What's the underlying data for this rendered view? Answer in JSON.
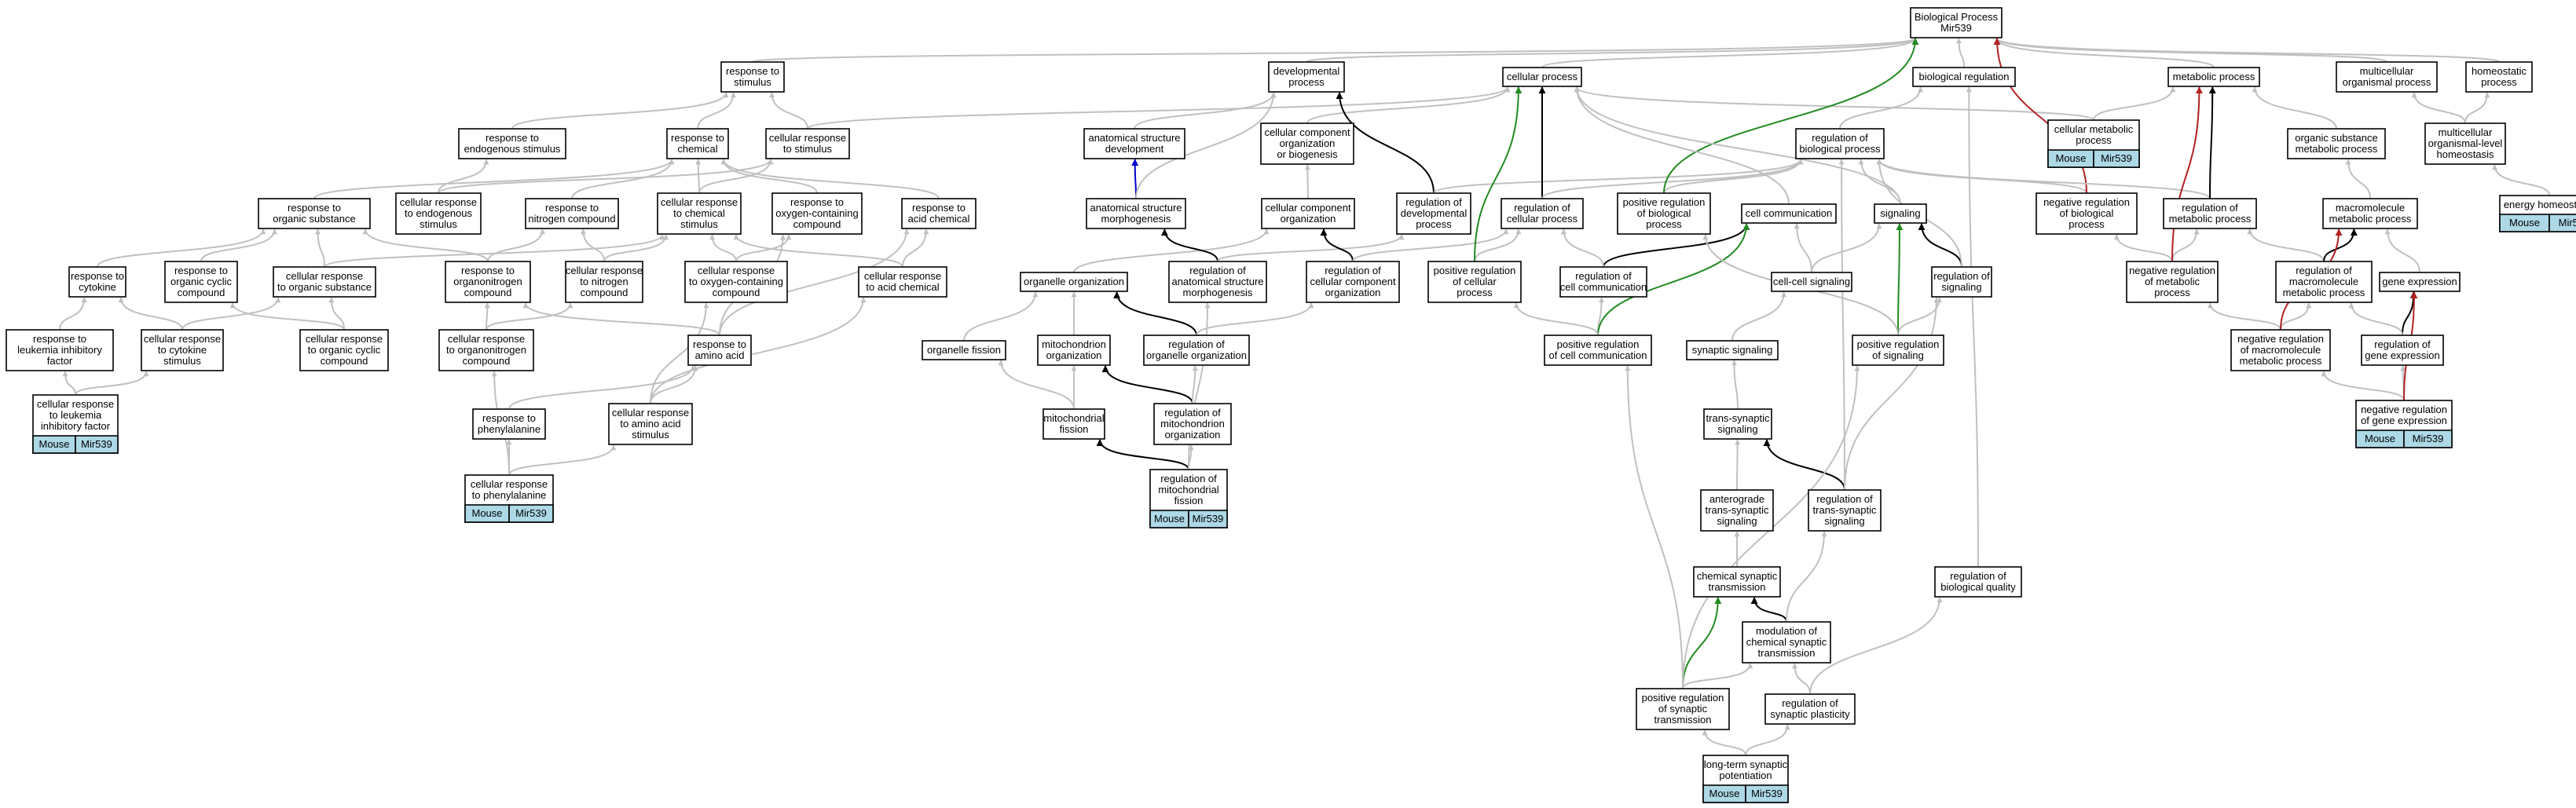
{
  "colors": {
    "gray": "#c0c0c0",
    "black": "#000000",
    "green": "#228b22",
    "red": "#b22222",
    "blue": "#0000cd",
    "tag_fill": "#add8e6"
  },
  "nodes": [
    {
      "id": "bp",
      "label": [
        "Biological Process",
        "Mir539"
      ]
    },
    {
      "id": "rts",
      "label": [
        "response to",
        "stimulus"
      ]
    },
    {
      "id": "dev",
      "label": [
        "developmental",
        "process"
      ]
    },
    {
      "id": "cp",
      "label": [
        "cellular process"
      ]
    },
    {
      "id": "breg",
      "label": [
        "biological regulation"
      ]
    },
    {
      "id": "mp",
      "label": [
        "metabolic process"
      ]
    },
    {
      "id": "mop",
      "label": [
        "multicellular",
        "organismal process"
      ]
    },
    {
      "id": "hp",
      "label": [
        "homeostatic",
        "process"
      ]
    },
    {
      "id": "rtes",
      "label": [
        "response to",
        "endogenous stimulus"
      ]
    },
    {
      "id": "rtc",
      "label": [
        "response to",
        "chemical"
      ]
    },
    {
      "id": "crts",
      "label": [
        "cellular response",
        "to stimulus"
      ]
    },
    {
      "id": "asd",
      "label": [
        "anatomical structure",
        "development"
      ]
    },
    {
      "id": "ccob",
      "label": [
        "cellular component",
        "organization",
        "or biogenesis"
      ]
    },
    {
      "id": "cmp",
      "label": [
        "cellular metabolic",
        "process"
      ],
      "tag": true
    },
    {
      "id": "osmp",
      "label": [
        "organic substance",
        "metabolic process"
      ]
    },
    {
      "id": "mcolh",
      "label": [
        "multicellular",
        "organismal-level",
        "homeostasis"
      ]
    },
    {
      "id": "robp",
      "label": [
        "regulation of",
        "biological process"
      ]
    },
    {
      "id": "rtos",
      "label": [
        "response to",
        "organic substance"
      ]
    },
    {
      "id": "crtes",
      "label": [
        "cellular response",
        "to endogenous",
        "stimulus"
      ]
    },
    {
      "id": "rtnc",
      "label": [
        "response to",
        "nitrogen compound"
      ]
    },
    {
      "id": "crtcs",
      "label": [
        "cellular response",
        "to chemical",
        "stimulus"
      ]
    },
    {
      "id": "rtocc",
      "label": [
        "response to",
        "oxygen-containing",
        "compound"
      ]
    },
    {
      "id": "rtac",
      "label": [
        "response to",
        "acid chemical"
      ]
    },
    {
      "id": "asm",
      "label": [
        "anatomical structure",
        "morphogenesis"
      ]
    },
    {
      "id": "cco",
      "label": [
        "cellular component",
        "organization"
      ]
    },
    {
      "id": "rodp",
      "label": [
        "regulation of",
        "developmental",
        "process"
      ]
    },
    {
      "id": "rocp",
      "label": [
        "regulation of",
        "cellular process"
      ]
    },
    {
      "id": "porbp",
      "label": [
        "positive regulation",
        "of biological",
        "process"
      ]
    },
    {
      "id": "cc",
      "label": [
        "cell communication"
      ]
    },
    {
      "id": "sig",
      "label": [
        "signaling"
      ]
    },
    {
      "id": "nrbp",
      "label": [
        "negative regulation",
        "of biological",
        "process"
      ]
    },
    {
      "id": "rmp",
      "label": [
        "regulation of",
        "metabolic process"
      ]
    },
    {
      "id": "mmp",
      "label": [
        "macromolecule",
        "metabolic process"
      ]
    },
    {
      "id": "eh",
      "label": [
        "energy homeostasis"
      ],
      "tag": true
    },
    {
      "id": "rtcy",
      "label": [
        "response to",
        "cytokine"
      ]
    },
    {
      "id": "rtoccomp",
      "label": [
        "response to",
        "organic cyclic",
        "compound"
      ]
    },
    {
      "id": "crtos",
      "label": [
        "cellular response",
        "to organic substance"
      ]
    },
    {
      "id": "rton",
      "label": [
        "response to",
        "organonitrogen",
        "compound"
      ]
    },
    {
      "id": "crtnc",
      "label": [
        "cellular response",
        "to nitrogen",
        "compound"
      ]
    },
    {
      "id": "crtocc",
      "label": [
        "cellular response",
        "to oxygen-containing",
        "compound"
      ]
    },
    {
      "id": "crtac",
      "label": [
        "cellular response",
        "to acid chemical"
      ]
    },
    {
      "id": "oo",
      "label": [
        "organelle organization"
      ]
    },
    {
      "id": "roasm",
      "label": [
        "regulation of",
        "anatomical structure",
        "morphogenesis"
      ]
    },
    {
      "id": "rocco",
      "label": [
        "regulation of",
        "cellular component",
        "organization"
      ]
    },
    {
      "id": "porcp",
      "label": [
        "positive regulation",
        "of cellular",
        "process"
      ]
    },
    {
      "id": "rocc",
      "label": [
        "regulation of",
        "cell communication"
      ]
    },
    {
      "id": "ccs",
      "label": [
        "cell-cell signaling"
      ]
    },
    {
      "id": "ros",
      "label": [
        "regulation of",
        "signaling"
      ]
    },
    {
      "id": "nrmp",
      "label": [
        "negative regulation",
        "of metabolic",
        "process"
      ]
    },
    {
      "id": "rommp",
      "label": [
        "regulation of",
        "macromolecule",
        "metabolic process"
      ]
    },
    {
      "id": "ge",
      "label": [
        "gene expression"
      ]
    },
    {
      "id": "rtlif",
      "label": [
        "response to",
        "leukemia inhibitory",
        "factor"
      ]
    },
    {
      "id": "crtcs2",
      "label": [
        "cellular response",
        "to cytokine",
        "stimulus"
      ]
    },
    {
      "id": "crtocyc",
      "label": [
        "cellular response",
        "to organic cyclic",
        "compound"
      ]
    },
    {
      "id": "crton",
      "label": [
        "cellular response",
        "to organonitrogen",
        "compound"
      ]
    },
    {
      "id": "rtaa",
      "label": [
        "response to",
        "amino acid"
      ]
    },
    {
      "id": "of",
      "label": [
        "organelle fission"
      ]
    },
    {
      "id": "mo",
      "label": [
        "mitochondrion",
        "organization"
      ]
    },
    {
      "id": "rooo",
      "label": [
        "regulation of",
        "organelle organization"
      ]
    },
    {
      "id": "porcc",
      "label": [
        "positive regulation",
        "of cell communication"
      ]
    },
    {
      "id": "ss",
      "label": [
        "synaptic signaling"
      ]
    },
    {
      "id": "pors",
      "label": [
        "positive regulation",
        "of signaling"
      ]
    },
    {
      "id": "nrmmp",
      "label": [
        "negative regulation",
        "of macromolecule",
        "metabolic process"
      ]
    },
    {
      "id": "roge",
      "label": [
        "regulation of",
        "gene expression"
      ]
    },
    {
      "id": "crtlif",
      "label": [
        "cellular response",
        "to leukemia",
        "inhibitory factor"
      ],
      "tag": true
    },
    {
      "id": "rtp",
      "label": [
        "response to",
        "phenylalanine"
      ]
    },
    {
      "id": "crtaas",
      "label": [
        "cellular response",
        "to amino acid",
        "stimulus"
      ]
    },
    {
      "id": "mf",
      "label": [
        "mitochondrial",
        "fission"
      ]
    },
    {
      "id": "romo",
      "label": [
        "regulation of",
        "mitochondrion",
        "organization"
      ]
    },
    {
      "id": "tss",
      "label": [
        "trans-synaptic",
        "signaling"
      ]
    },
    {
      "id": "nrge",
      "label": [
        "negative regulation",
        "of gene expression"
      ],
      "tag": true
    },
    {
      "id": "crtp",
      "label": [
        "cellular response",
        "to phenylalanine"
      ],
      "tag": true
    },
    {
      "id": "romf",
      "label": [
        "regulation of",
        "mitochondrial",
        "fission"
      ],
      "tag": true
    },
    {
      "id": "atss",
      "label": [
        "anterograde",
        "trans-synaptic",
        "signaling"
      ]
    },
    {
      "id": "rotss",
      "label": [
        "regulation of",
        "trans-synaptic",
        "signaling"
      ]
    },
    {
      "id": "cst",
      "label": [
        "chemical synaptic",
        "transmission"
      ]
    },
    {
      "id": "robq",
      "label": [
        "regulation of",
        "biological quality"
      ]
    },
    {
      "id": "mcst",
      "label": [
        "modulation of",
        "chemical synaptic",
        "transmission"
      ]
    },
    {
      "id": "porst",
      "label": [
        "positive regulation",
        "of synaptic",
        "transmission"
      ]
    },
    {
      "id": "rosp",
      "label": [
        "regulation of",
        "synaptic plasticity"
      ]
    },
    {
      "id": "ltsp",
      "label": [
        "long-term synaptic",
        "potentiation"
      ],
      "tag": true
    }
  ],
  "tag": {
    "organism": "Mouse",
    "gene": "Mir539"
  },
  "edges": [
    {
      "from": "rts",
      "to": "bp"
    },
    {
      "from": "dev",
      "to": "bp"
    },
    {
      "from": "cp",
      "to": "bp"
    },
    {
      "from": "breg",
      "to": "bp"
    },
    {
      "from": "mp",
      "to": "bp"
    },
    {
      "from": "mop",
      "to": "bp"
    },
    {
      "from": "hp",
      "to": "bp"
    },
    {
      "from": "rtes",
      "to": "rts"
    },
    {
      "from": "rtc",
      "to": "rts"
    },
    {
      "from": "crts",
      "to": "rts"
    },
    {
      "from": "crts",
      "to": "cp"
    },
    {
      "from": "asd",
      "to": "dev"
    },
    {
      "from": "ccob",
      "to": "cp"
    },
    {
      "from": "cmp",
      "to": "cp"
    },
    {
      "from": "cmp",
      "to": "mp"
    },
    {
      "from": "osmp",
      "to": "mp"
    },
    {
      "from": "mcolh",
      "to": "mop"
    },
    {
      "from": "mcolh",
      "to": "hp"
    },
    {
      "from": "robp",
      "to": "breg"
    },
    {
      "from": "rtos",
      "to": "rtc"
    },
    {
      "from": "crtes",
      "to": "rtes"
    },
    {
      "from": "crtes",
      "to": "crts"
    },
    {
      "from": "rtnc",
      "to": "rtc"
    },
    {
      "from": "crtcs",
      "to": "rtc"
    },
    {
      "from": "crtcs",
      "to": "crts"
    },
    {
      "from": "rtocc",
      "to": "rtc"
    },
    {
      "from": "rtac",
      "to": "rtc"
    },
    {
      "from": "asm",
      "to": "asd",
      "color": "blue"
    },
    {
      "from": "asm",
      "to": "dev"
    },
    {
      "from": "cco",
      "to": "ccob"
    },
    {
      "from": "rodp",
      "to": "dev",
      "color": "black"
    },
    {
      "from": "rodp",
      "to": "robp"
    },
    {
      "from": "rocp",
      "to": "cp",
      "color": "black"
    },
    {
      "from": "rocp",
      "to": "robp"
    },
    {
      "from": "porbp",
      "to": "robp"
    },
    {
      "from": "porbp",
      "to": "bp",
      "color": "green"
    },
    {
      "from": "cc",
      "to": "cp"
    },
    {
      "from": "sig",
      "to": "robp"
    },
    {
      "from": "sig",
      "to": "cp"
    },
    {
      "from": "nrbp",
      "to": "robp"
    },
    {
      "from": "nrbp",
      "to": "bp",
      "color": "red"
    },
    {
      "from": "rmp",
      "to": "robp"
    },
    {
      "from": "rmp",
      "to": "mp",
      "color": "black"
    },
    {
      "from": "mmp",
      "to": "osmp"
    },
    {
      "from": "eh",
      "to": "mcolh"
    },
    {
      "from": "rtcy",
      "to": "rtos"
    },
    {
      "from": "rtoccomp",
      "to": "rtos"
    },
    {
      "from": "crtos",
      "to": "rtos"
    },
    {
      "from": "crtos",
      "to": "crtcs"
    },
    {
      "from": "rton",
      "to": "rtnc"
    },
    {
      "from": "rton",
      "to": "rtos"
    },
    {
      "from": "crtnc",
      "to": "rtnc"
    },
    {
      "from": "crtnc",
      "to": "crtcs"
    },
    {
      "from": "crtocc",
      "to": "rtocc"
    },
    {
      "from": "crtocc",
      "to": "crtcs"
    },
    {
      "from": "crtac",
      "to": "rtac"
    },
    {
      "from": "crtac",
      "to": "crtcs"
    },
    {
      "from": "oo",
      "to": "cco"
    },
    {
      "from": "roasm",
      "to": "asm",
      "color": "black"
    },
    {
      "from": "roasm",
      "to": "rodp"
    },
    {
      "from": "rocco",
      "to": "cco",
      "color": "black"
    },
    {
      "from": "rocco",
      "to": "rocp"
    },
    {
      "from": "porcp",
      "to": "rocp"
    },
    {
      "from": "porcp",
      "to": "cp",
      "color": "green"
    },
    {
      "from": "rocc",
      "to": "cc",
      "color": "black"
    },
    {
      "from": "rocc",
      "to": "rocp"
    },
    {
      "from": "ccs",
      "to": "cc"
    },
    {
      "from": "ccs",
      "to": "sig"
    },
    {
      "from": "ros",
      "to": "sig",
      "color": "black"
    },
    {
      "from": "ros",
      "to": "robp"
    },
    {
      "from": "nrmp",
      "to": "rmp"
    },
    {
      "from": "nrmp",
      "to": "nrbp"
    },
    {
      "from": "nrmp",
      "to": "mp",
      "color": "red"
    },
    {
      "from": "rommp",
      "to": "rmp"
    },
    {
      "from": "rommp",
      "to": "mmp",
      "color": "black"
    },
    {
      "from": "ge",
      "to": "mmp"
    },
    {
      "from": "rtlif",
      "to": "rtcy"
    },
    {
      "from": "crtcs2",
      "to": "rtcy"
    },
    {
      "from": "crtcs2",
      "to": "crtos"
    },
    {
      "from": "crtocyc",
      "to": "rtoccomp"
    },
    {
      "from": "crtocyc",
      "to": "crtos"
    },
    {
      "from": "crton",
      "to": "rton"
    },
    {
      "from": "crton",
      "to": "crtnc"
    },
    {
      "from": "rtaa",
      "to": "rton"
    },
    {
      "from": "rtaa",
      "to": "rtocc"
    },
    {
      "from": "rtaa",
      "to": "rtac"
    },
    {
      "from": "of",
      "to": "oo"
    },
    {
      "from": "mo",
      "to": "oo"
    },
    {
      "from": "rooo",
      "to": "oo",
      "color": "black"
    },
    {
      "from": "rooo",
      "to": "rocco"
    },
    {
      "from": "porcc",
      "to": "rocc"
    },
    {
      "from": "porcc",
      "to": "cc",
      "color": "green"
    },
    {
      "from": "porcc",
      "to": "porcp"
    },
    {
      "from": "ss",
      "to": "ccs"
    },
    {
      "from": "pors",
      "to": "ros"
    },
    {
      "from": "pors",
      "to": "sig",
      "color": "green"
    },
    {
      "from": "pors",
      "to": "porbp"
    },
    {
      "from": "nrmmp",
      "to": "rommp"
    },
    {
      "from": "nrmmp",
      "to": "nrmp"
    },
    {
      "from": "nrmmp",
      "to": "mmp",
      "color": "red"
    },
    {
      "from": "roge",
      "to": "ge",
      "color": "black"
    },
    {
      "from": "roge",
      "to": "rommp"
    },
    {
      "from": "crtlif",
      "to": "rtlif"
    },
    {
      "from": "crtlif",
      "to": "crtcs2"
    },
    {
      "from": "rtp",
      "to": "rtaa"
    },
    {
      "from": "crtaas",
      "to": "rtaa"
    },
    {
      "from": "crtaas",
      "to": "crtocc"
    },
    {
      "from": "crtaas",
      "to": "crtac"
    },
    {
      "from": "mf",
      "to": "of"
    },
    {
      "from": "mf",
      "to": "mo"
    },
    {
      "from": "romo",
      "to": "mo",
      "color": "black"
    },
    {
      "from": "romo",
      "to": "rooo"
    },
    {
      "from": "tss",
      "to": "ss"
    },
    {
      "from": "nrge",
      "to": "roge"
    },
    {
      "from": "nrge",
      "to": "nrmmp"
    },
    {
      "from": "nrge",
      "to": "ge",
      "color": "red"
    },
    {
      "from": "crtp",
      "to": "rtp"
    },
    {
      "from": "crtp",
      "to": "crtaas"
    },
    {
      "from": "crtp",
      "to": "crton"
    },
    {
      "from": "romf",
      "to": "mf",
      "color": "black"
    },
    {
      "from": "romf",
      "to": "romo"
    },
    {
      "from": "romf",
      "to": "roasm"
    },
    {
      "from": "atss",
      "to": "tss"
    },
    {
      "from": "rotss",
      "to": "tss",
      "color": "black"
    },
    {
      "from": "rotss",
      "to": "ros"
    },
    {
      "from": "rotss",
      "to": "robp"
    },
    {
      "from": "cst",
      "to": "atss"
    },
    {
      "from": "robq",
      "to": "breg"
    },
    {
      "from": "mcst",
      "to": "cst",
      "color": "black"
    },
    {
      "from": "mcst",
      "to": "rotss"
    },
    {
      "from": "porst",
      "to": "cst",
      "color": "green"
    },
    {
      "from": "porst",
      "to": "mcst"
    },
    {
      "from": "porst",
      "to": "pors"
    },
    {
      "from": "porst",
      "to": "porcc"
    },
    {
      "from": "rosp",
      "to": "mcst"
    },
    {
      "from": "rosp",
      "to": "robq"
    },
    {
      "from": "ltsp",
      "to": "porst"
    },
    {
      "from": "ltsp",
      "to": "rosp"
    }
  ]
}
